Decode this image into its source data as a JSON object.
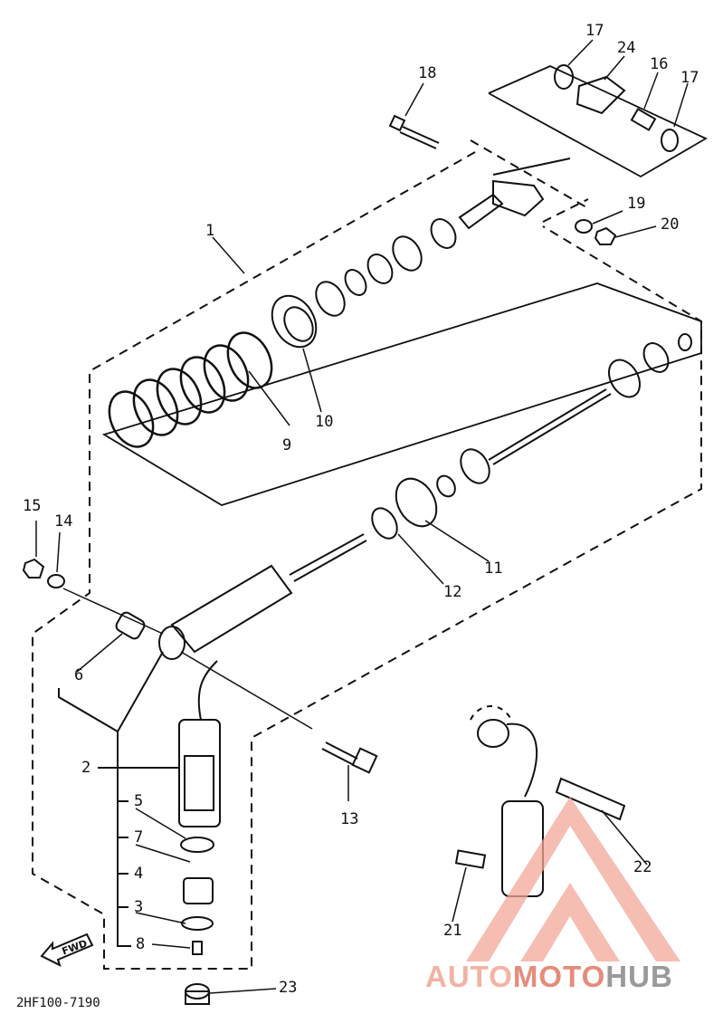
{
  "diagram_code": "2HF100-7190",
  "watermark": {
    "part1": "AUTO",
    "part2": "MOTO",
    "part3": "HUB"
  },
  "fwd_label": "FWD",
  "callouts": {
    "c1": "1",
    "c2": "2",
    "c3": "3",
    "c4": "4",
    "c5": "5",
    "c6": "6",
    "c7": "7",
    "c8": "8",
    "c9": "9",
    "c10": "10",
    "c11": "11",
    "c12": "12",
    "c13": "13",
    "c14": "14",
    "c15": "15",
    "c16": "16",
    "c17a": "17",
    "c17b": "17",
    "c18": "18",
    "c19": "19",
    "c20": "20",
    "c21": "21",
    "c22": "22",
    "c23": "23",
    "c24": "24"
  },
  "colors": {
    "line": "#111111",
    "watermark_triangle": "#f3a79a"
  }
}
